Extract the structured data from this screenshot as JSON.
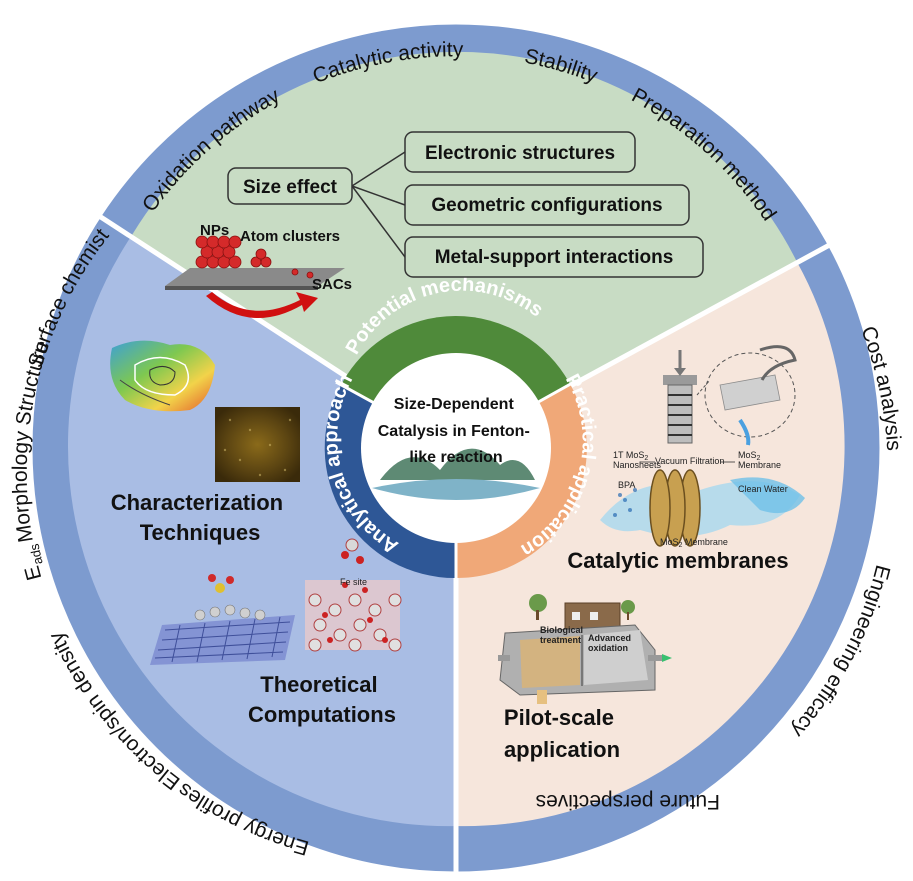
{
  "outer_ring": {
    "top": [
      "Catalytic activity",
      "Stability",
      "Preparation method",
      "Oxidation pathway"
    ],
    "right": [
      "Cost analysis",
      "Engineering efficacy",
      "Future perspectives"
    ],
    "left": [
      "Surface chemistry",
      "Morphology Structure",
      "E",
      "ads",
      "Electron/spin density",
      "Energy profiles"
    ]
  },
  "inner_ring": {
    "top": "Potential mechanisms",
    "left": "Analytical approaches",
    "right": "Practical application"
  },
  "center": {
    "line1": "Size-Dependent",
    "line2": "Catalysis in Fenton-",
    "line3": "like reaction"
  },
  "top_sector": {
    "size_effect": "Size effect",
    "boxes": [
      "Electronic structures",
      "Geometric configurations",
      "Metal-support interactions"
    ],
    "nps": "NPs",
    "atom_clusters": "Atom clusters",
    "sacs": "SACs"
  },
  "left_sector": {
    "characterization_line1": "Characterization",
    "characterization_line2": "Techniques",
    "theoretical_line1": "Theoretical",
    "theoretical_line2": "Computations",
    "fe_site": "Fe site"
  },
  "right_sector": {
    "catalytic_membranes": "Catalytic membranes",
    "pilot_line1": "Pilot-scale",
    "pilot_line2": "application",
    "membrane_labels": [
      "1T MoS",
      "2",
      "Nanosheets",
      "Vacuum Filtration",
      "MoS",
      "2",
      "Membrane",
      "MoS",
      "2",
      " Membrane",
      "BPA",
      "Clean Water"
    ],
    "pilot_labels": [
      "Biological",
      "treatment",
      "Advanced",
      "oxidation"
    ]
  },
  "colors": {
    "ring": "#7d9bcf",
    "top_sector": "#c8dcc4",
    "left_sector": "#a9bde4",
    "right_sector": "#f6e6dc",
    "inner_green": "#4f8a3a",
    "inner_blue": "#2e5796",
    "inner_orange": "#f0a878",
    "arrow_red": "#d01010"
  }
}
